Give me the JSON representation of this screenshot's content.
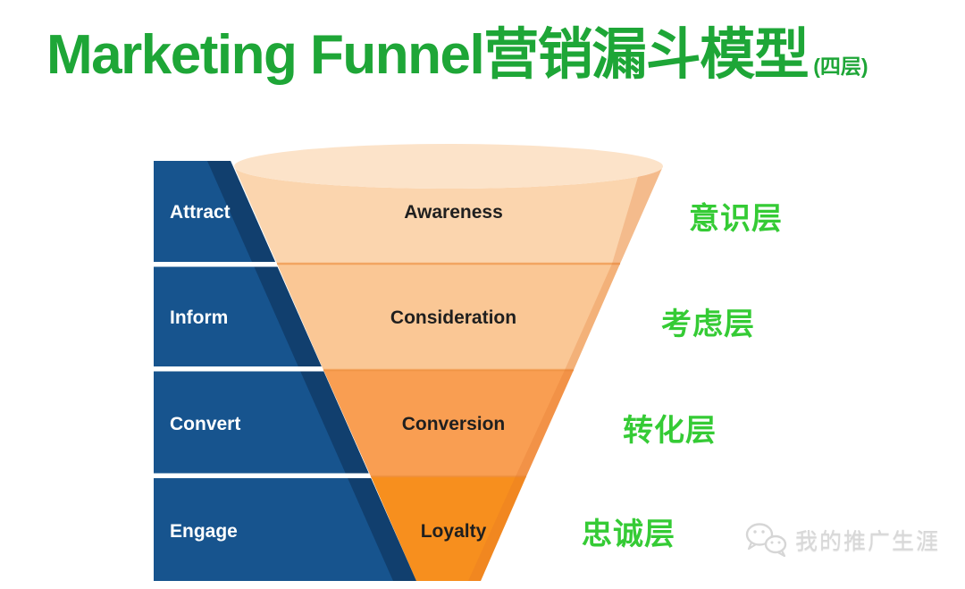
{
  "title": {
    "main": "Marketing Funnel营销漏斗模型",
    "suffix": "(四层)"
  },
  "funnel": {
    "type": "marketing-funnel",
    "layer_count": 4,
    "layers": [
      {
        "stage": "Attract",
        "funnel_label": "Awareness",
        "cn_label": "意识层",
        "color": "#FBD5AE"
      },
      {
        "stage": "Inform",
        "funnel_label": "Consideration",
        "cn_label": "考虑层",
        "color": "#FAC795"
      },
      {
        "stage": "Convert",
        "funnel_label": "Conversion",
        "cn_label": "转化层",
        "color": "#F99E52"
      },
      {
        "stage": "Engage",
        "funnel_label": "Loyalty",
        "cn_label": "忠诚层",
        "color": "#F78F1E"
      }
    ]
  },
  "colors": {
    "title_green": "#1EA637",
    "label_green": "#35CB35",
    "blue_main": "#17548E",
    "blue_dark_edge": "#113F6E",
    "funnel_top_ellipse": "#FCE3C9",
    "funnel_seam": "#EE8F3F",
    "funnel_side_shade": "rgba(225,110,40,0.25)",
    "text_dark": "#1F1F1F",
    "text_white": "#FFFFFF",
    "watermark_gray": "#D8D8D8"
  },
  "watermark": {
    "icon": "wechat-icon",
    "text": "我的推广生涯"
  }
}
